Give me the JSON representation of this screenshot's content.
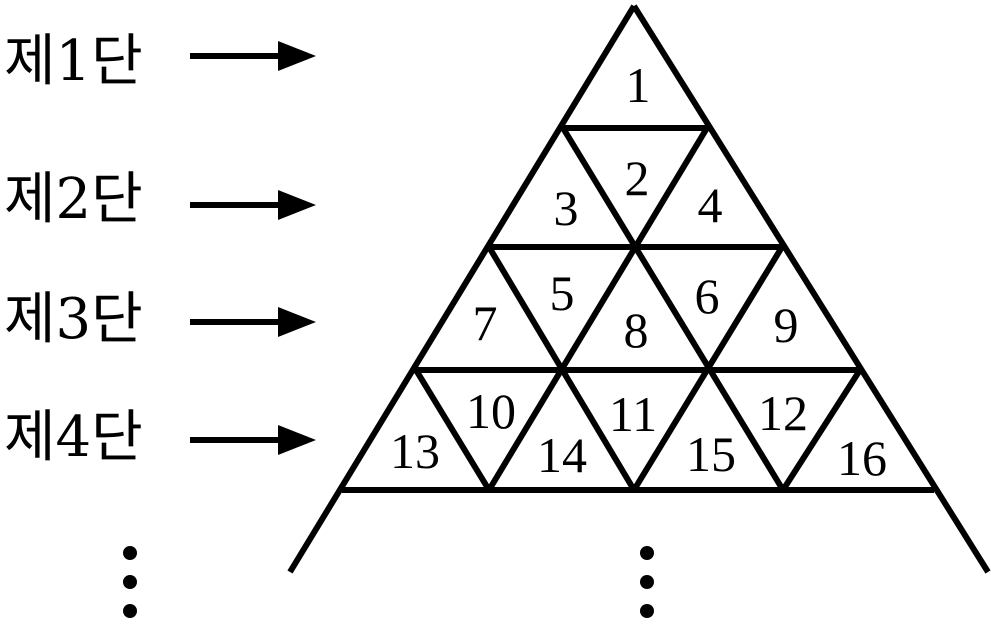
{
  "rows": [
    {
      "label": "제1단"
    },
    {
      "label": "제2단"
    },
    {
      "label": "제3단"
    },
    {
      "label": "제4단"
    }
  ],
  "triangles": [
    {
      "number": "1"
    },
    {
      "number": "2"
    },
    {
      "number": "3"
    },
    {
      "number": "4"
    },
    {
      "number": "5"
    },
    {
      "number": "6"
    },
    {
      "number": "7"
    },
    {
      "number": "8"
    },
    {
      "number": "9"
    },
    {
      "number": "10"
    },
    {
      "number": "11"
    },
    {
      "number": "12"
    },
    {
      "number": "13"
    },
    {
      "number": "14"
    },
    {
      "number": "15"
    },
    {
      "number": "16"
    }
  ]
}
